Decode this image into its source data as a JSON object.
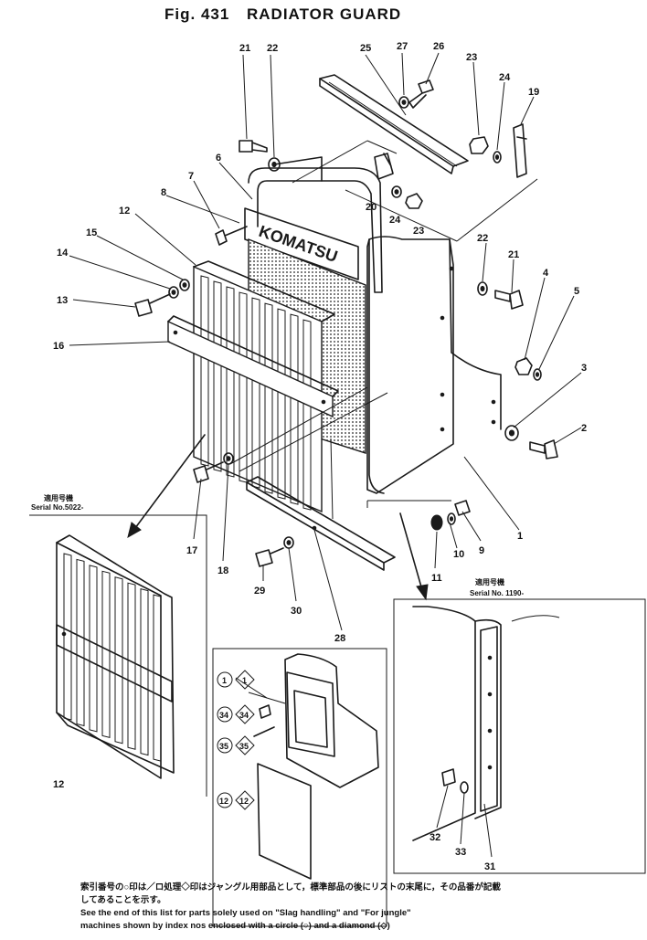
{
  "figure": {
    "number": "Fig. 431",
    "title": "RADIATOR GUARD"
  },
  "callouts": {
    "c1": "1",
    "c2": "2",
    "c3": "3",
    "c4": "4",
    "c5": "5",
    "c6": "6",
    "c7": "7",
    "c8": "8",
    "c9": "9",
    "c10": "10",
    "c11": "11",
    "c12a": "12",
    "c12b": "12",
    "c13": "13",
    "c14": "14",
    "c15": "15",
    "c16": "16",
    "c17": "17",
    "c18": "18",
    "c19": "19",
    "c20": "20",
    "c21a": "21",
    "c21b": "21",
    "c22a": "22",
    "c22b": "22",
    "c23a": "23",
    "c23b": "23",
    "c24a": "24",
    "c24b": "24",
    "c25": "25",
    "c26": "26",
    "c27": "27",
    "c28": "28",
    "c29": "29",
    "c30": "30",
    "c31": "31",
    "c32": "32",
    "c33": "33"
  },
  "insets": {
    "left_serial_jp": "適用号機",
    "left_serial": "Serial No.5022-",
    "right_serial_jp": "適用号機",
    "right_serial": "Serial No. 1190-"
  },
  "badges": {
    "b1c": "1",
    "b1d": "1",
    "b34c": "34",
    "b34d": "34",
    "b35c": "35",
    "b35d": "35",
    "b12c": "12",
    "b12d": "12"
  },
  "brand_plate": "KOMATSU",
  "notes": {
    "jp_line1": "索引番号の○印は／ロ処理◇印はジャングル用部品として，標準部品の後にリストの末尾に，その品番が記載",
    "jp_line2": "してあることを示す。",
    "en_line1": "See the end of this list for parts solely used on \"Slag handling\" and \"For jungle\"",
    "en_line2": "machines shown by index nos enclosed with a circle (○) and a diamond (◇)"
  }
}
